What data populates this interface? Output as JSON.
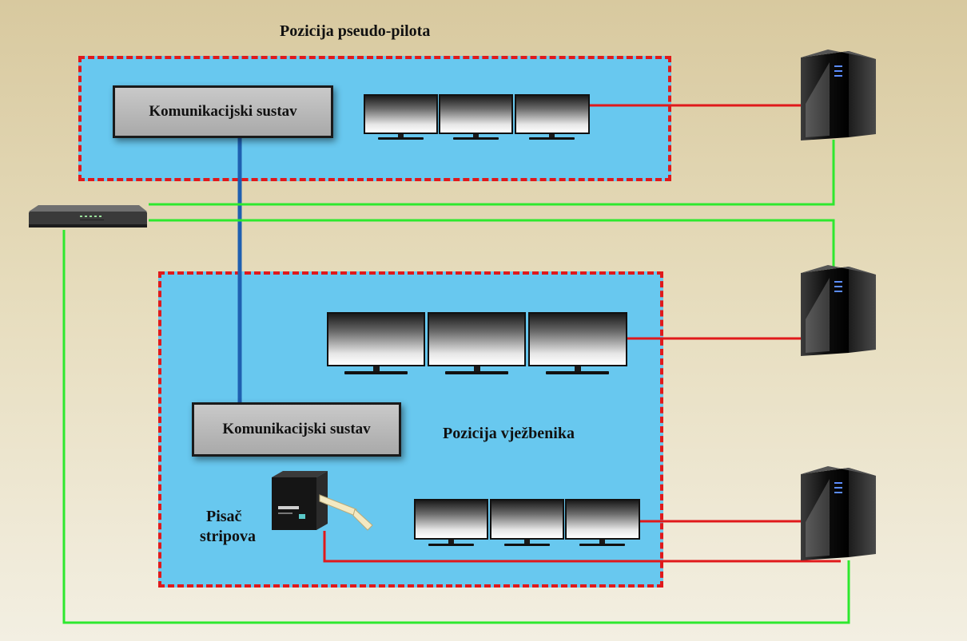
{
  "labels": {
    "pseudo_pilot_position": "Pozicija pseudo-pilota",
    "trainee_position": "Pozicija vježbenika",
    "printer_line1": "Pisač",
    "printer_line2": "stripova"
  },
  "communication_systems": [
    {
      "label": "Komunikacijski sustav"
    },
    {
      "label": "Komunikacijski sustav"
    }
  ],
  "colors": {
    "zone_fill": "#68c8ef",
    "zone_border": "#e0191b",
    "video_cable": "#e0191b",
    "network_cable": "#2ee82e",
    "comm_link": "#1f5fb0"
  },
  "icons": [
    "network-switch-icon",
    "server-tower-icon",
    "monitor-icon",
    "strip-printer-icon"
  ]
}
